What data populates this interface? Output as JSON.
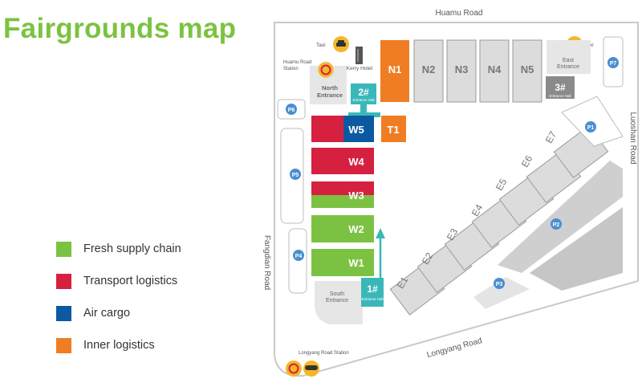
{
  "title": "Fairgrounds map",
  "legend": [
    {
      "label": "Fresh supply chain",
      "color": "#7cc242"
    },
    {
      "label": "Transport logistics",
      "color": "#d6203f"
    },
    {
      "label": "Air cargo",
      "color": "#0b5aa1"
    },
    {
      "label": "Inner logistics",
      "color": "#f07d23"
    }
  ],
  "roads": {
    "north": "Huamu Road",
    "east": "Luoshan Road",
    "west": "Fangdian Road",
    "south": "Longyang Road"
  },
  "halls": {
    "n1": "N1",
    "n2": "N2",
    "n3": "N3",
    "n4": "N4",
    "n5": "N5",
    "w1": "W1",
    "w2": "W2",
    "w3": "W3",
    "w4": "W4",
    "w5": "W5",
    "t1": "T1",
    "e1": "E1",
    "e2": "E2",
    "e3": "E3",
    "e4": "E4",
    "e5": "E5",
    "e6": "E6",
    "e7": "E7"
  },
  "entrance_halls": {
    "hall1_num": "1#",
    "hall2_num": "2#",
    "hall3_num": "3#",
    "label": "Entrance Hall"
  },
  "entrances": {
    "north": [
      "North",
      "Entrance"
    ],
    "east": [
      "East",
      "Entrance"
    ],
    "south": [
      "South",
      "Entrance"
    ]
  },
  "parking": {
    "p1": "P1",
    "p2": "P2",
    "p3": "P3",
    "p4": "P4",
    "p5": "P5",
    "p6": "P6",
    "p7": "P7"
  },
  "landmarks": {
    "kerry_hotel": "Kerry Hotel",
    "huamu_station": [
      "Huamu Road",
      "Station"
    ],
    "longyang_station": "Longyang Road Station",
    "taxi_left": "Taxi",
    "taxi_right": "Taxi"
  },
  "colors": {
    "fresh": "#7cc242",
    "transport": "#d6203f",
    "air": "#0b5aa1",
    "inner": "#f07d23",
    "hall_gray": "#dcdcdc",
    "entrance_teal": "#3ab8b9",
    "parking_blue": "#4a8ed0"
  }
}
